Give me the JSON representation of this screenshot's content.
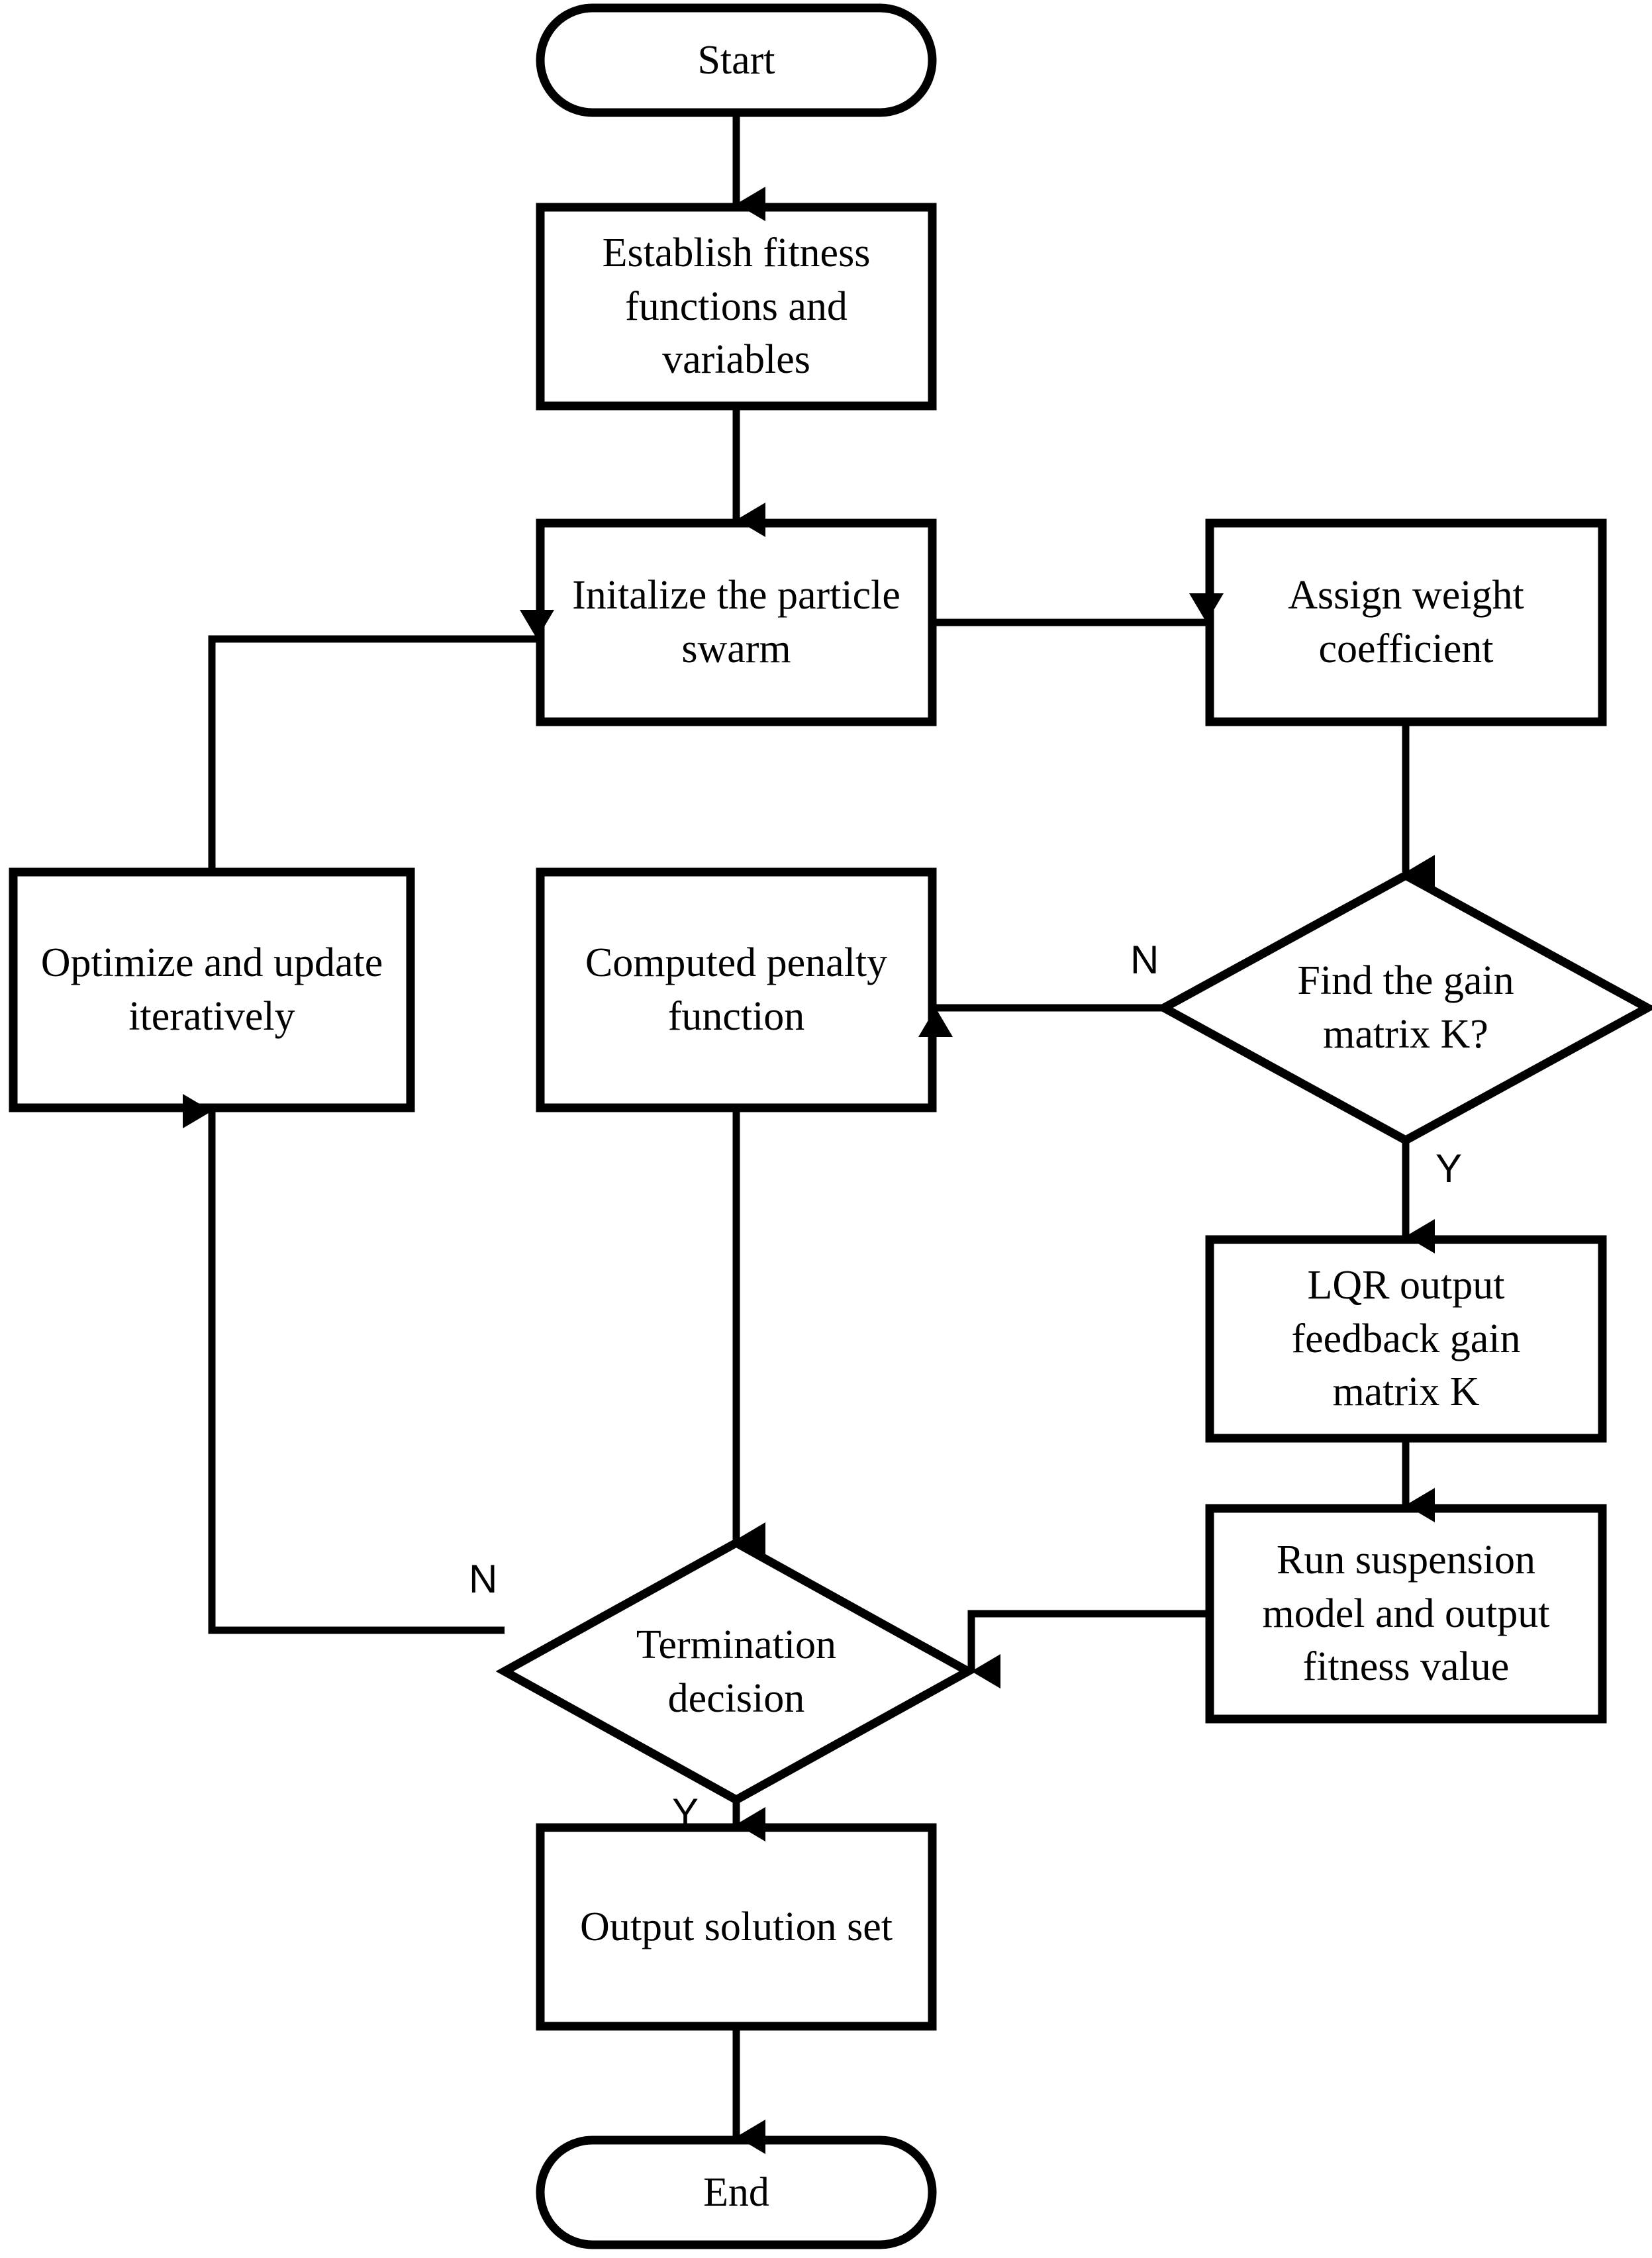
{
  "diagram": {
    "title": "PSO-LQR optimization flowchart",
    "colors": {
      "stroke": "#000000",
      "fill": "#ffffff",
      "text": "#000000"
    },
    "nodes": {
      "start": {
        "text": "Start",
        "shape": "terminator"
      },
      "establish_fitness": {
        "text": "Establish fitness\nfunctions and\nvariables",
        "shape": "process"
      },
      "initialize_swarm": {
        "text": "Initalize the particle\nswarm",
        "shape": "process"
      },
      "assign_weight": {
        "text": "Assign weight\ncoefficient",
        "shape": "process"
      },
      "find_gain_matrix": {
        "text": "Find the gain\nmatrix K?",
        "shape": "decision"
      },
      "computed_penalty": {
        "text": "Computed penalty\nfunction",
        "shape": "process"
      },
      "optimize_update": {
        "text": "Optimize and update\niteratively",
        "shape": "process"
      },
      "lqr_gain_matrix": {
        "text": "LQR output\nfeedback gain\nmatrix K",
        "shape": "process"
      },
      "run_suspension": {
        "text": "Run suspension\nmodel and output\nfitness value",
        "shape": "process"
      },
      "termination_decision": {
        "text": "Termination\ndecision",
        "shape": "decision"
      },
      "output_solution": {
        "text": "Output solution set",
        "shape": "process"
      },
      "end": {
        "text": "End",
        "shape": "terminator"
      }
    },
    "edge_labels": {
      "find_gain_no": "N",
      "find_gain_yes": "Y",
      "termination_no": "N",
      "termination_yes": "Y"
    }
  }
}
